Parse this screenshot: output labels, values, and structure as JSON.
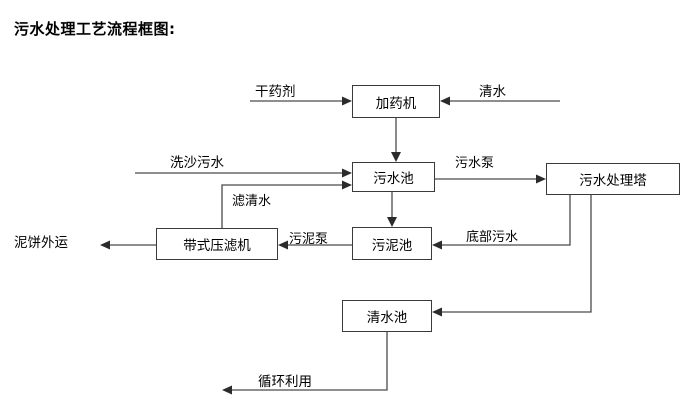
{
  "title": "污水处理工艺流程框图:",
  "nodes": [
    {
      "id": "dosing",
      "label": "加药机"
    },
    {
      "id": "wastepool",
      "label": "污水池"
    },
    {
      "id": "tower",
      "label": "污水处理塔"
    },
    {
      "id": "filter",
      "label": "带式压滤机"
    },
    {
      "id": "sludge",
      "label": "污泥池"
    },
    {
      "id": "clearpool",
      "label": "清水池"
    }
  ],
  "inputs": [
    {
      "id": "dry-agent",
      "label": "干药剂"
    },
    {
      "id": "clean-water",
      "label": "清水"
    },
    {
      "id": "sand-washing",
      "label": "洗沙污水"
    }
  ],
  "outputs": [
    {
      "id": "mud-cake",
      "label": "泥饼外运"
    },
    {
      "id": "recycling",
      "label": "循环利用"
    }
  ],
  "edge_labels": [
    {
      "id": "filtrate",
      "label": "滤清水"
    },
    {
      "id": "waste-pump",
      "label": "污水泵"
    },
    {
      "id": "sludge-pump",
      "label": "污泥泵"
    },
    {
      "id": "bottom-sewage",
      "label": "底部污水"
    }
  ],
  "style": {
    "line_color": "#4a4a4a",
    "arrow_color": "#2b2b2b",
    "box_border": "#3a3a3a",
    "text_color": "#000000",
    "background": "#ffffff"
  }
}
